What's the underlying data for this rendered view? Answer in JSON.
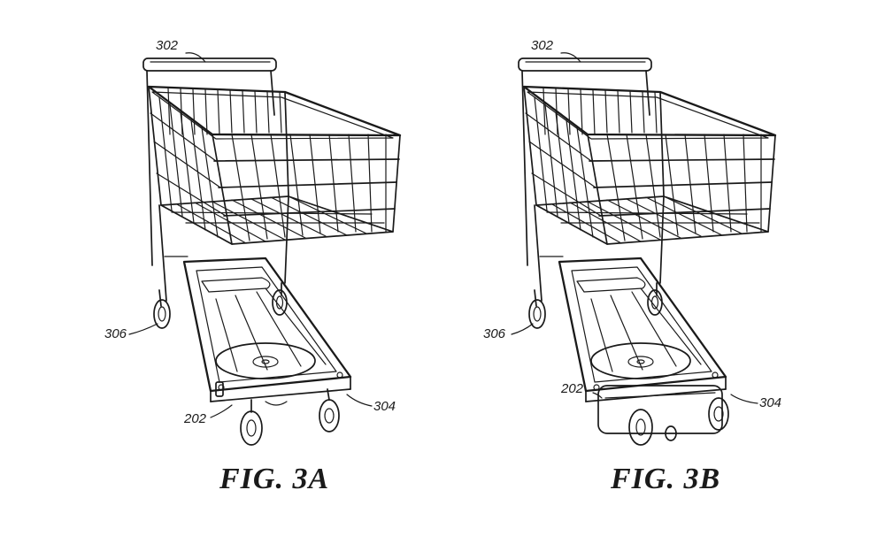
{
  "figures": [
    {
      "caption": "FIG. 3A",
      "labels": {
        "handle": "302",
        "base": "304",
        "wheel": "306",
        "module": "202"
      }
    },
    {
      "caption": "FIG. 3B",
      "labels": {
        "handle": "302",
        "base": "304",
        "wheel": "306",
        "module": "202"
      }
    }
  ]
}
